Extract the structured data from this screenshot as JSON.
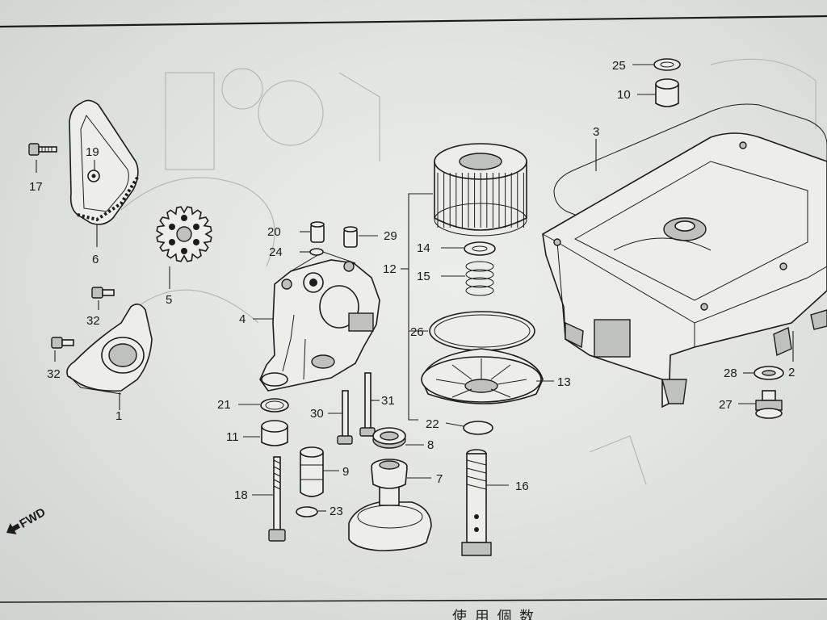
{
  "part_labels": {
    "p1": "1",
    "p2": "2",
    "p3": "3",
    "p4": "4",
    "p5": "5",
    "p6": "6",
    "p7": "7",
    "p8": "8",
    "p9": "9",
    "p10": "10",
    "p11": "11",
    "p12": "12",
    "p13": "13",
    "p14": "14",
    "p15": "15",
    "p16": "16",
    "p17": "17",
    "p18": "18",
    "p19": "19",
    "p20": "20",
    "p21": "21",
    "p22": "22",
    "p23": "23",
    "p24": "24",
    "p25": "25",
    "p26": "26",
    "p27": "27",
    "p28": "28",
    "p29": "29",
    "p30": "30",
    "p31": "31",
    "p32a": "32",
    "p32b": "32"
  },
  "fwd_label": "FWD",
  "footer_text": "使 用 個 数"
}
